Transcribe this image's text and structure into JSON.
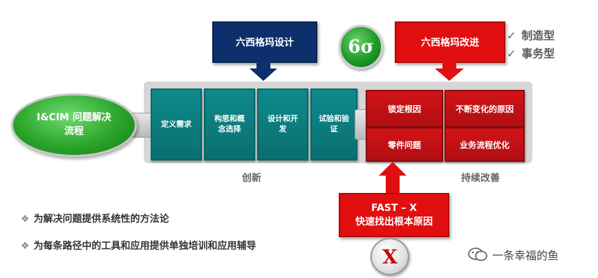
{
  "top": {
    "design_label": "六西格玛设计",
    "sigma_symbol": "6σ",
    "improve_label": "六西格玛改进",
    "checks": [
      "制造型",
      "事务型"
    ]
  },
  "start": {
    "line1": "I&CIM 问题解决",
    "line2": "流程"
  },
  "innovation_steps": [
    {
      "line1": "定义需求",
      "line2": ""
    },
    {
      "line1": "构思和概",
      "line2": "念选择"
    },
    {
      "line1": "设计和开",
      "line2": "发"
    },
    {
      "line1": "试验和验",
      "line2": "证"
    }
  ],
  "improvement_cells": [
    "锁定根因",
    "不断变化的原因",
    "零件问题",
    "业务流程优化"
  ],
  "captions": {
    "innovation": "创新",
    "improvement": "持续改善"
  },
  "fast": {
    "line1": "FAST – X",
    "line2": "快速找出根本原因",
    "x_symbol": "X"
  },
  "bullets": [
    "为解决问题提供系统性的方法论",
    "为每条路径中的工具和应用提供单独培训和应用辅导"
  ],
  "watermark": "一条幸福的鱼",
  "colors": {
    "navy": "#0d2f6b",
    "red": "#e10f10",
    "teal": "#0f8a8c",
    "green": "#2aa52a"
  }
}
